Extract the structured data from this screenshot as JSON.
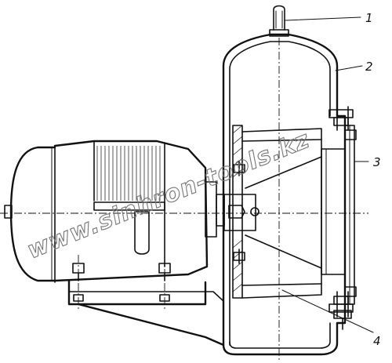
{
  "callouts": [
    {
      "label": "1"
    },
    {
      "label": "2"
    },
    {
      "label": "3"
    },
    {
      "label": "4"
    }
  ],
  "watermark": "www.sinhron-tools.kz",
  "colors": {
    "ink": "#111111",
    "watermark": "#777777",
    "paper": "#ffffff"
  }
}
